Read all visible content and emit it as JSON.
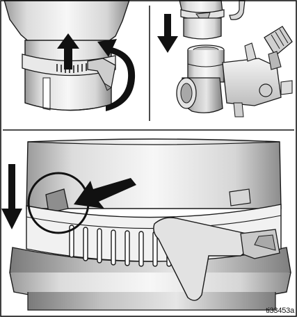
{
  "figure": {
    "reference_code": "ti33453a"
  },
  "colors": {
    "border": "#111111",
    "line": "#1a1a1a",
    "arrow": "#111111",
    "metal_light": "#f2f2f2",
    "metal_mid": "#cfcfcf",
    "metal_dark": "#8a8a8a",
    "background": "#ffffff"
  },
  "panels": [
    {
      "id": "top-left",
      "depicts": "funnel-clamp-loosen",
      "icons": [
        "up-arrow-icon",
        "rotate-arrow-icon"
      ]
    },
    {
      "id": "top-right",
      "depicts": "funnel-remove-from-pump",
      "icons": [
        "down-arrow-icon"
      ]
    },
    {
      "id": "bottom",
      "depicts": "clamp-tab-alignment",
      "icons": [
        "down-arrow-icon",
        "pointer-arrow-icon",
        "highlight-circle-icon"
      ]
    }
  ]
}
